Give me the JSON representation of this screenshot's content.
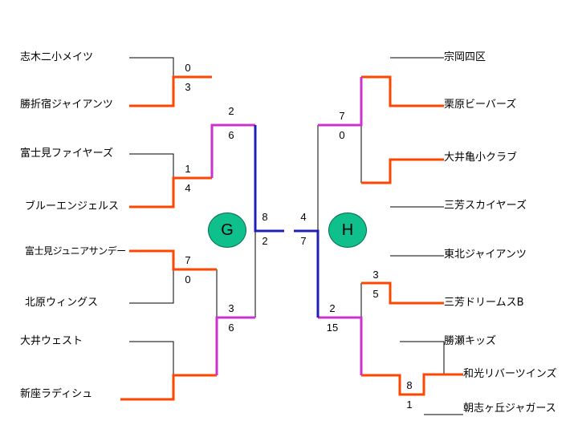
{
  "groups": {
    "left": "G",
    "right": "H"
  },
  "teams": {
    "shiki2": "志木二小メイツ",
    "katsuori": "勝折宿ジャイアンツ",
    "fujimi_fire": "富士見ファイヤーズ",
    "blue_angels": "ブルーエンジェルス",
    "fujimi_jr": "富士見ジュニアサンデー",
    "kitahara": "北原ウィングス",
    "oi_west": "大井ウェスト",
    "shinza": "新座ラディシュ",
    "muneoka4": "宗岡四区",
    "kurihara": "栗原ビーバーズ",
    "oi_kame": "大井亀小クラブ",
    "sanpo_sky": "三芳スカイヤーズ",
    "tohoku": "東北ジャイアンツ",
    "sanpo_dreams": "三芳ドリームスB",
    "katsuse": "勝瀬キッズ",
    "wako": "和光リバーツインズ",
    "asashi": "朝志ヶ丘ジャガース"
  },
  "scores": {
    "g_r1a": [
      "0",
      "3"
    ],
    "g_r1b": [
      "1",
      "4"
    ],
    "g_r1c": [
      "7",
      "0"
    ],
    "g_r2a": [
      "2",
      "6"
    ],
    "g_r2b": [
      "3",
      "6"
    ],
    "g_final": [
      "8",
      "2"
    ],
    "h_final": [
      "4",
      "7"
    ],
    "h_r2a": [
      "7",
      "0"
    ],
    "h_r1c": [
      "3",
      "5"
    ],
    "h_r2b": [
      "2",
      "15"
    ],
    "h_pre": [
      "8",
      "1"
    ]
  },
  "colors": {
    "line": "#000000",
    "first_round_winner": "#ff4500",
    "second_round_winner": "#cc33cc",
    "final_winner": "#1f1fb4",
    "group_circle": "#0fbf8c"
  }
}
